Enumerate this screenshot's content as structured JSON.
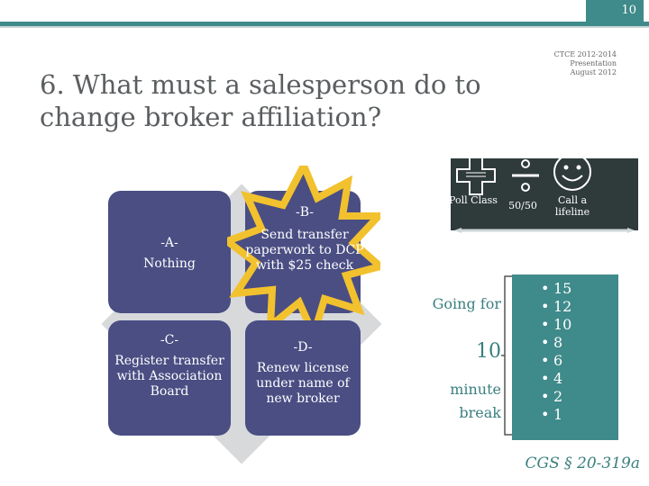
{
  "page_number": "10",
  "title": "6. What must a salesperson do to change broker affiliation?",
  "citation": [
    "CTCE 2012-2014",
    "Presentation",
    "August 2012"
  ],
  "options": {
    "a": {
      "letter": "-A-",
      "text": "Nothing"
    },
    "b": {
      "letter": "-B-",
      "text": "Send transfer paperwork to DCP with $25 check"
    },
    "c": {
      "letter": "-C-",
      "text": "Register transfer with Association Board"
    },
    "d": {
      "letter": "-D-",
      "text": "Renew license under name of new broker"
    }
  },
  "lifelines": [
    {
      "label": "Poll Class",
      "icon": "poll-icon"
    },
    {
      "label": "50/50",
      "icon": "divide-icon"
    },
    {
      "label": "Call a lifeline",
      "icon": "smiley-icon"
    }
  ],
  "break": {
    "going": "Going for",
    "number": "10",
    "minute": "minute",
    "break": "break"
  },
  "countdown": [
    "15",
    "12",
    "10",
    "8",
    "6",
    "4",
    "2",
    "1"
  ],
  "cgs_ref": "CGS § 20-319a",
  "colors": {
    "teal": "#3f8a8a",
    "indigo": "#4a4e83",
    "star": "#f2c12e",
    "gray": "#d7d9db"
  }
}
